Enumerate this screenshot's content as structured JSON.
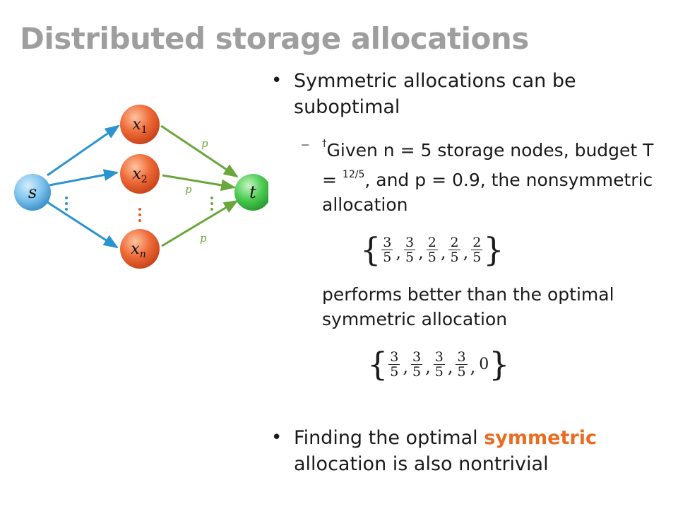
{
  "title": "Distributed storage allocations",
  "diagram": {
    "source_label": "s",
    "sink_label": "t",
    "node_labels": [
      "x",
      "x",
      "x"
    ],
    "node_subscripts": [
      "1",
      "2",
      "n"
    ],
    "edge_label": "p",
    "colors": {
      "source": "#4fa9dd",
      "storage": "#e8562a",
      "sink": "#3fc04f",
      "source_edges": "#2a94d1",
      "sink_edges": "#69a63b",
      "dots_blue": "#2a94d1",
      "dots_orange": "#e8562a",
      "dots_green": "#69a63b"
    }
  },
  "bullets": {
    "b1": "Symmetric allocations can be suboptimal",
    "dagger": "†",
    "s1": "Given",
    "s2": "n",
    "s3": "= 5 storage nodes, budget",
    "s4": "T",
    "s5": "=",
    "s6": "12/5",
    "s7": ", and",
    "s8": "p",
    "s9": "= 0.9, the nonsymmetric allocation",
    "set1": [
      "3/5",
      "3/5",
      "2/5",
      "2/5",
      "2/5"
    ],
    "mid": "performs better than the optimal symmetric allocation",
    "set2": [
      "3/5",
      "3/5",
      "3/5",
      "3/5"
    ],
    "set2_last": "0",
    "b2a": "Finding the optimal",
    "b2b": "symmetric",
    "b2c": "allocation is also nontrivial"
  }
}
